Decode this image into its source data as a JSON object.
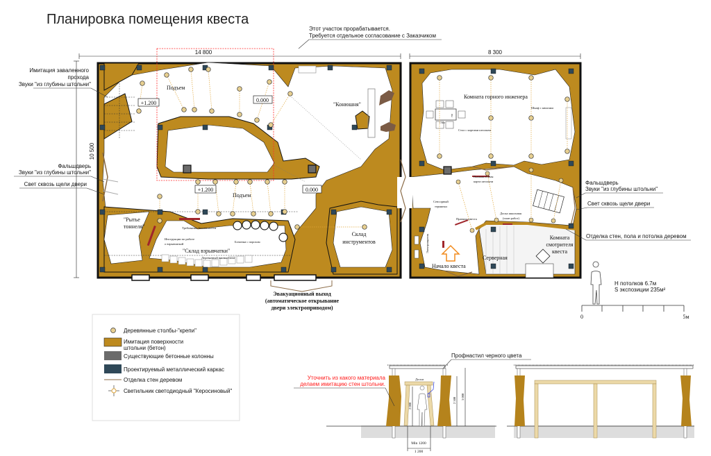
{
  "title": "Планировка помещения квеста",
  "note_top": [
    "Этот участок прорабатывается.",
    "Требуется отдельное согласование с Заказчиком"
  ],
  "dimensions": {
    "left_width": "14 800",
    "right_width": "8 300",
    "height": "10 500"
  },
  "left_callouts": {
    "collapsed_1": "Имитация заваленного",
    "collapsed_2": "прохода",
    "sounds_1": "Звуки \"из глубины штольни\"",
    "falsedoor": "Фальшдверь",
    "sounds_2": "Звуки \"из глубины штольни\"",
    "light": "Свет сквозь щели двери"
  },
  "right_callouts": {
    "falsedoor": "Фальшдверь",
    "sounds": "Звуки \"из глубины штольни\"",
    "light": "Свет сквозь щели двери",
    "wood_finish": "Отделка стен, пола и потолка деревом"
  },
  "rooms_left": {
    "rise_1": "Подъем",
    "level_1": "+1.200",
    "zero_1": "0.000",
    "stable": "\"Конюшня\"",
    "level_2": "+1.200",
    "rise_2": "Подъем",
    "zero_2": "0.000",
    "tunnel_1": "\"Рытье",
    "tunnel_2": "тоннеля\"",
    "safety": "Требования безопасности",
    "instr_1": "Инструкции по работе",
    "instr_2": "о взрывчаткой",
    "barrels": "Бочонки с порохом",
    "explosives": "\"Склад взрывчатки\"",
    "floor": "Деревянный настил-пола",
    "tools_1": "Склад",
    "tools_2": "инструментов"
  },
  "rooms_right": {
    "engineer": "Комната горного инженера",
    "bookcase": "Шкаф с книгами",
    "map_table": "Стол с картами штольни",
    "table_w": "1 800",
    "table_h": "700",
    "fake_map_1": "Вымышленная",
    "fake_map_2": "карта штольни",
    "terminal_1": "Сенсорный",
    "terminal_2": "терминал",
    "board_1": "Доска школьная",
    "board_2": "(план работ)",
    "rules": "Правила квеста",
    "panel": "Электрощиток",
    "watcher_1": "Комната",
    "watcher_2": "смотрителя",
    "watcher_3": "квеста",
    "server": "Серверная",
    "start": "Начало квеста"
  },
  "evacuation": [
    "Эвакуационный выход",
    "(автоматическое открывание",
    "двери электроприводом)"
  ],
  "stats": [
    "H потолков 6.7м",
    "S экспозиции 235м²"
  ],
  "scale": {
    "start": "0",
    "end": "5м"
  },
  "legend": [
    {
      "symbol": "post",
      "label": "Деревянные столбы-\"крепи\""
    },
    {
      "symbol": "ochre",
      "label": "Имитация поверхности",
      "label2": "штольни (бетон)"
    },
    {
      "symbol": "grey",
      "label": "Существующие бетонные колонны"
    },
    {
      "symbol": "navy",
      "label": "Проектируемый металлический каркас"
    },
    {
      "symbol": "line",
      "label": "Отделка стен деревом"
    },
    {
      "symbol": "lamp",
      "label": "Светильник светодиодный \"Керосиновый\""
    }
  ],
  "section": {
    "roof": "Профнастил черного цвета",
    "warning_1": "Уточнить из какого материала",
    "warning_2": "делаем имитацию стен штольни.",
    "boards": "Доски",
    "h2000": "2 000",
    "h2500": "2 500",
    "h3000": "3 000",
    "min": "Min 1200",
    "w1200": "1 200"
  },
  "colors": {
    "ochre": "#bd8a1f",
    "frame": "#2f4858",
    "column": "#6b6b6b",
    "warning": "#ff1a1a",
    "arrow": "#f28a1c",
    "wood": "#8a6a45"
  }
}
